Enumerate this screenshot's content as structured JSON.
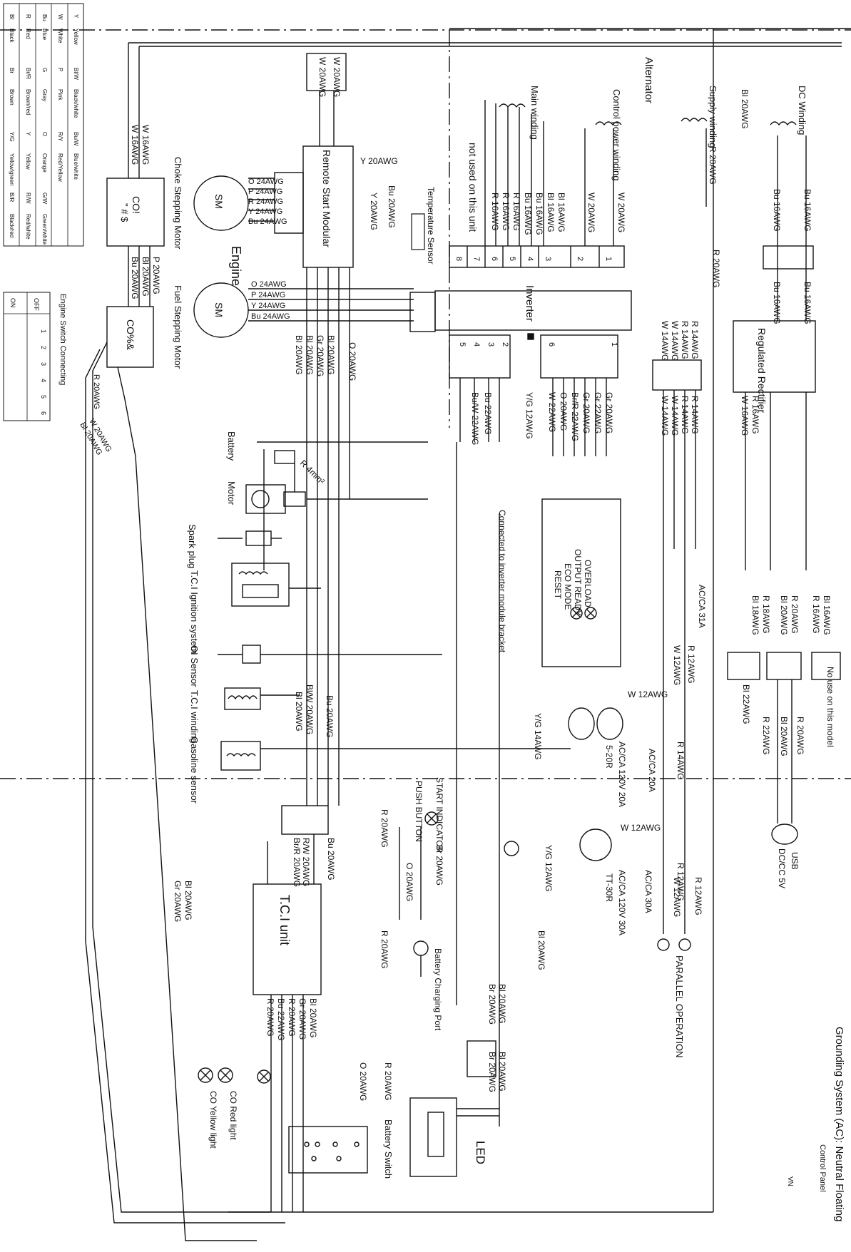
{
  "color_legend": {
    "entries": [
      {
        "code": "Bl",
        "name": "Black",
        "code2": "Br",
        "name2": "Brown"
      },
      {
        "code": "R",
        "name": "Red",
        "code2": "Br/R",
        "name2": "Brown/red"
      },
      {
        "code": "Bu",
        "name": "Blue",
        "code2": "G",
        "name2": "Gray"
      },
      {
        "code": "W",
        "name": "White",
        "code2": "P",
        "name2": "Pink"
      },
      {
        "code": "Y",
        "name": "Yellow",
        "code2": "Bl/W",
        "name2": "Black/white"
      }
    ],
    "entries_b": [
      {
        "code": "Y/G",
        "name": "Yellow/green"
      },
      {
        "code": "Y",
        "name": "Yellow"
      },
      {
        "code": "O",
        "name": "Orange"
      },
      {
        "code": "R/Y",
        "name": "Red/Yellow"
      },
      {
        "code": "Bu/W",
        "name": "Blue/white"
      }
    ],
    "entries_c": [
      {
        "code": "B/R",
        "name": "Black/red"
      },
      {
        "code": "R/W",
        "name": "Red/white"
      },
      {
        "code": "G/W",
        "name": "Green/white"
      }
    ]
  },
  "switch_table": {
    "title": "Engine Switch Connecting",
    "rows": [
      "OFF",
      "ON"
    ],
    "cols": [
      "1",
      "2",
      "3",
      "4",
      "5",
      "6"
    ]
  },
  "labels": {
    "alternator": "Alternator",
    "main_winding": "Main winding",
    "control_power_winding": "Control power winding",
    "supply_winding": "Supply winding",
    "dc_winding": "DC Winding",
    "not_used": "not used on this unit",
    "remote_start": "Remote Start Modular",
    "choke_motor": "Choke Stepping Motor",
    "fuel_motor": "Fuel Stepping Motor",
    "engine": "Engine",
    "sm": "SM",
    "temp_sensor": "Temperature Sensor",
    "inverter": "Inverter",
    "regulated_rectifier": "Regulated Rectifier",
    "co_unit_top": "CO!",
    "co_unit_top_sub": "\" # $",
    "co_unit_bottom": "CO%&",
    "battery": "Battery",
    "motor": "Motor",
    "spark_plug": "Spark plug",
    "tci_ignition": "T.C.I Ignition system",
    "oil_sensor": "OI Sensor",
    "tci_winding": "T.C.I winding",
    "gasoline_sensor": "Gasoline sensor",
    "connected_to_inverter": "Connected to inverter module bracket",
    "overload": "OVERLOAD",
    "output_ready": "OUTPUT READY",
    "eco_mode": "ECO MODE",
    "reset": "RESET",
    "ac_31a": "AC/CA 31A",
    "ac_20a": "AC/CA 20A",
    "ac_outlet_20": "AC/CA 120V 20A",
    "outlet_520r": "5-20R",
    "ac_30a": "AC/CA 30A",
    "ac_outlet_30": "AC/CA 120V 30A",
    "outlet_tt30r": "TT-30R",
    "no_use_model": "No use on this model",
    "usb": "USB",
    "usb_spec": "DC/CC 5V",
    "parallel": "PARALLEL OPERATION",
    "start_indicator": "START INDICATOR",
    "push_button": "PUSH BUTTON",
    "battery_charging": "Battery Charging Port",
    "tci_unit": "T.C.I unit",
    "co_red": "CO Red light",
    "co_yellow": "CO Yellow light",
    "battery_switch": "Battery Switch",
    "led": "LED",
    "grounding": "Grounding System (AC): Neutral Floating",
    "control_panel": "Control Panel",
    "vn": "VN"
  },
  "wires": {
    "w20": "W 20AWG",
    "w16": "W 16AWG",
    "y20": "Y 20AWG",
    "bu20": "Bu 20AWG",
    "bl20": "Bl 20AWG",
    "bu16": "Bu 16AWG",
    "r20": "R 20AWG",
    "r16": "R 16AWG",
    "bl16": "Bl 16AWG",
    "p20": "P 20AWG",
    "o24": "O 24AWG",
    "p24": "P 24AWG",
    "r24": "R 24AWG",
    "y24": "Y 24AWG",
    "bu24": "Bu 24AWG",
    "o20": "O 20AWG",
    "gr20": "Gr 20AWG",
    "r14": "R 14AWG",
    "w14": "W 14AWG",
    "r16b": "R 16AWG",
    "w16b": "W 16AWG",
    "bu22": "Bu 22AWG",
    "buw22": "Bu/W 22AWG",
    "yg12": "Y/G 12AWG",
    "w22": "W 22AWG",
    "brr22": "Br/R 22AWG",
    "gr22": "Gr 22AWG",
    "w12": "W 12AWG",
    "r12": "R 12AWG",
    "yg14": "Y/G 14AWG",
    "bl18": "Bl 18AWG",
    "r18": "R 18AWG",
    "bl22": "Bl 22AWG",
    "r22": "R 22AWG",
    "blw20": "Bl/W 20AWG",
    "brr20": "Br/R 20AWG",
    "rw20": "R/W 20AWG",
    "br20": "Br 20AWG",
    "r4mm": "R 4mm²"
  },
  "inverter_pins_top": [
    "1",
    "2",
    "3",
    "4",
    "5",
    "6",
    "7",
    "8"
  ],
  "inverter_pins_bottom": [
    "1",
    "2",
    "3",
    "4",
    "5",
    "6"
  ]
}
